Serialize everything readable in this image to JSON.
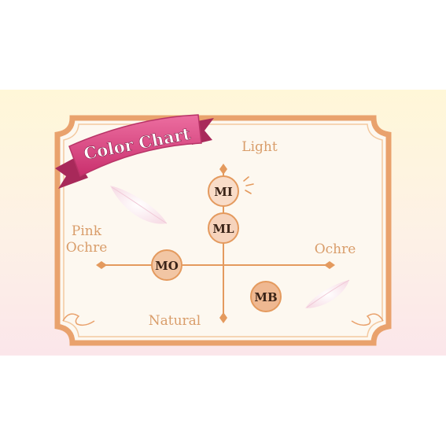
{
  "title": "Color Chart",
  "axes": {
    "top": "Light",
    "bottom": "Natural",
    "left_line1": "Pink",
    "left_line2": "Ochre",
    "right": "Ochre"
  },
  "nodes": [
    {
      "code": "MI",
      "fill": "#f9dcc8"
    },
    {
      "code": "ML",
      "fill": "#f6d3bc"
    },
    {
      "code": "MO",
      "fill": "#f2c6a4"
    },
    {
      "code": "MB",
      "fill": "#efb891"
    }
  ],
  "colors": {
    "frame": "#e9a26d",
    "frame_inner": "#fdf8f0",
    "axis": "#e49a5e",
    "label": "#d99d6a",
    "ribbon": "#d7417a",
    "ribbon_dark": "#a8295a",
    "background_top": "#fff7d8",
    "background_bottom": "#fbe6ea"
  }
}
